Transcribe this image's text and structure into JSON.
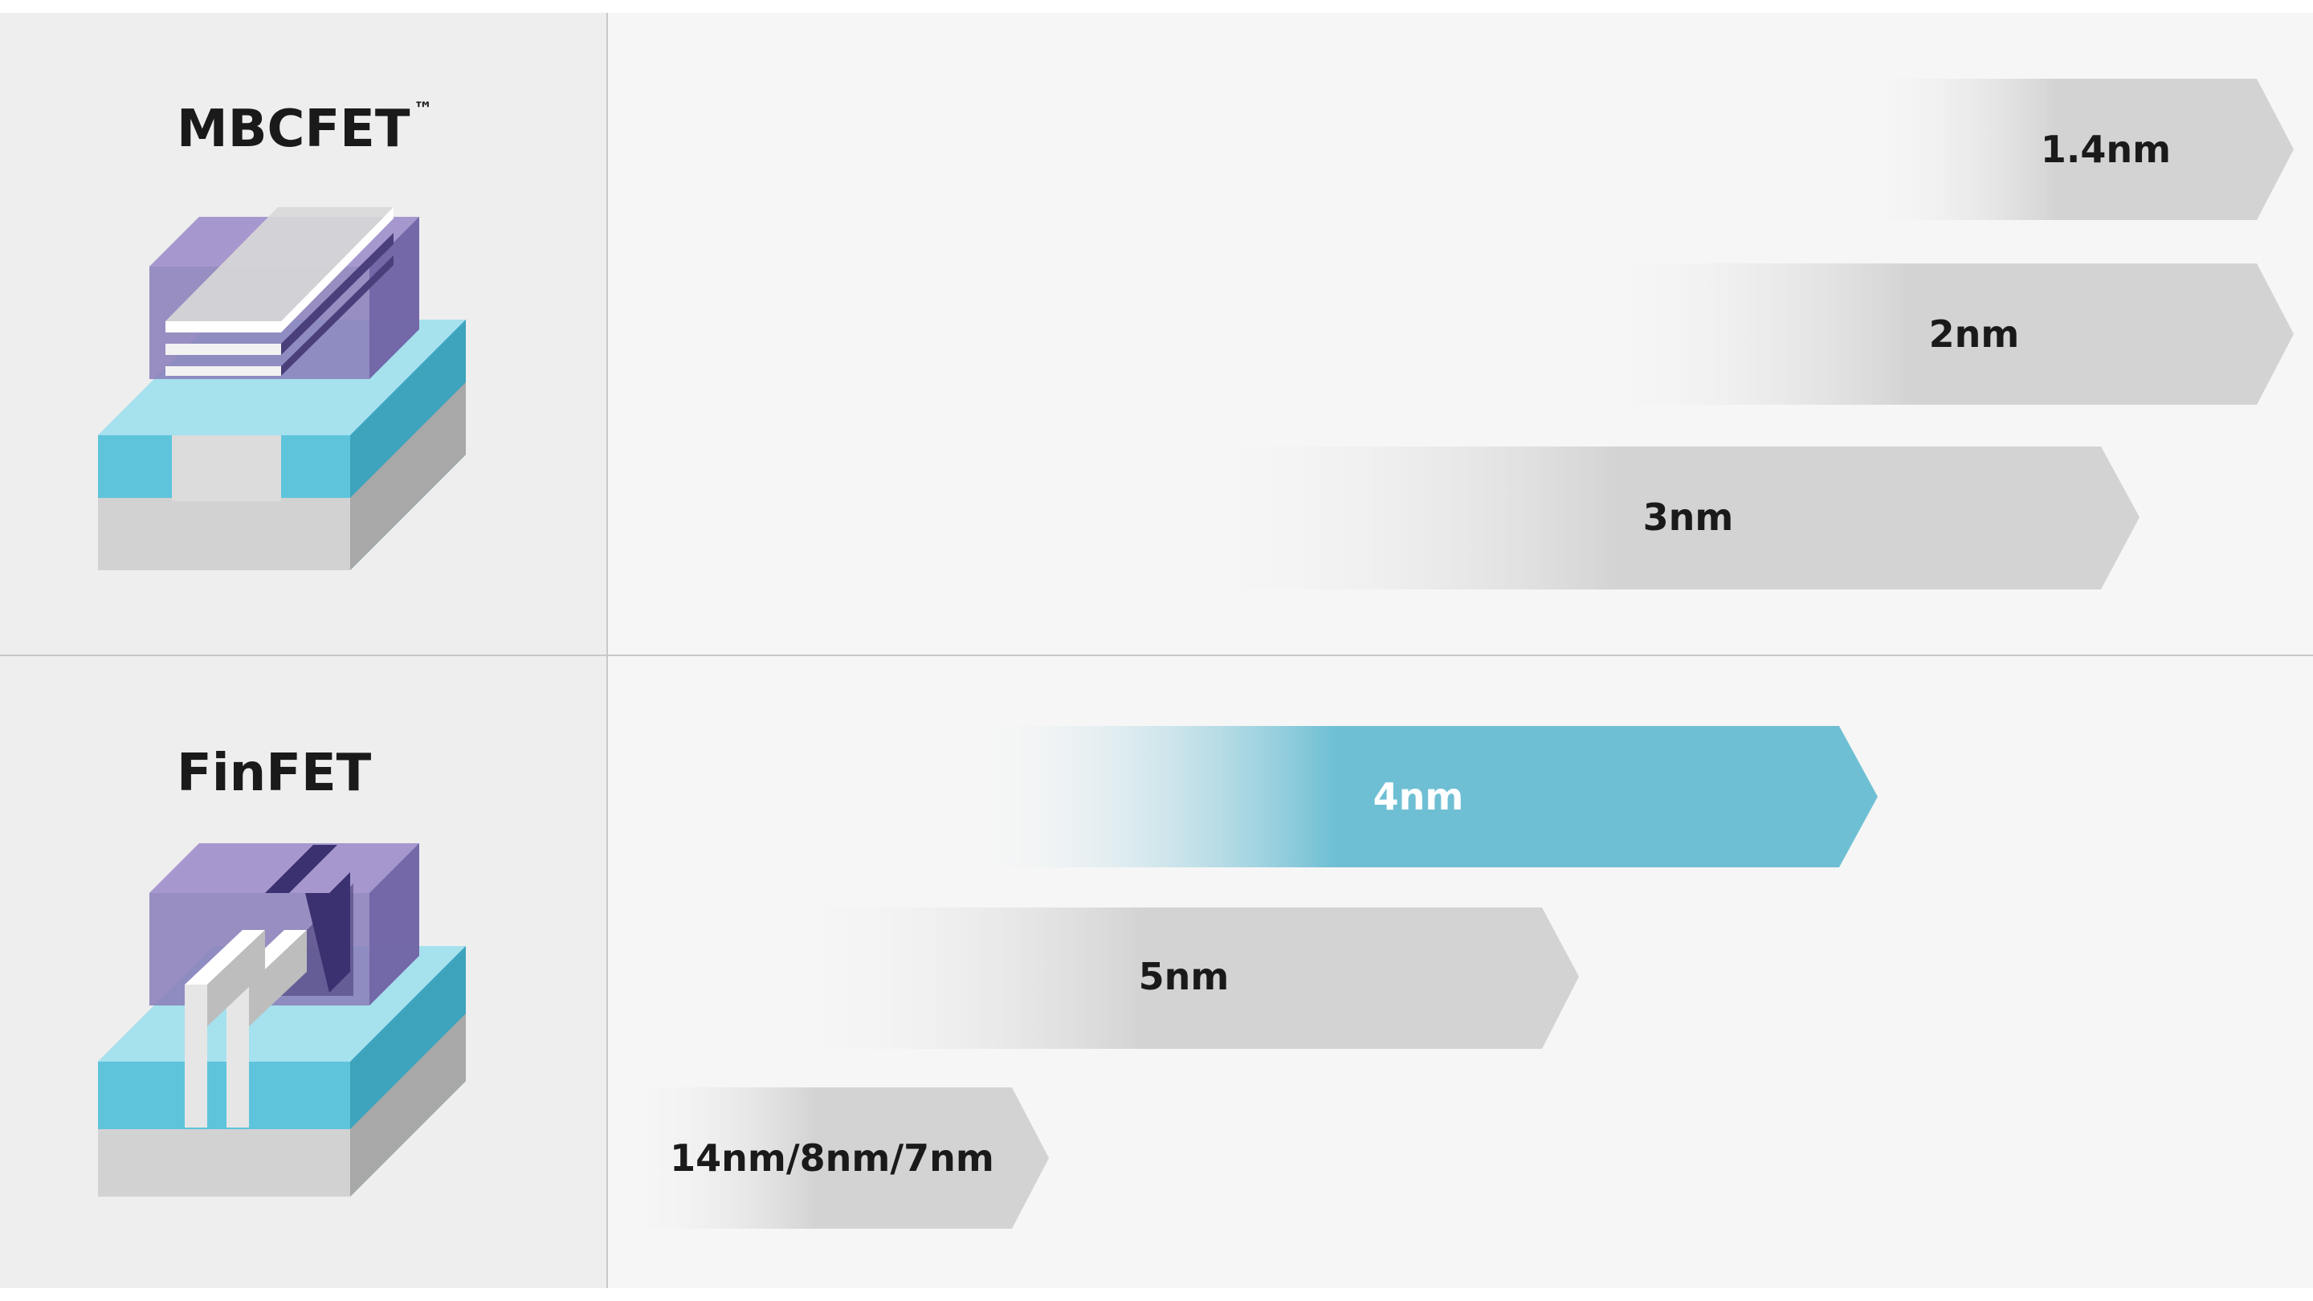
{
  "rows": [
    {
      "id": "mbcfet",
      "title": "MBCFET",
      "trademark": "™",
      "icon": "mbcfet-transistor-icon",
      "nodes": [
        {
          "label": "1.4nm",
          "style": "gray"
        },
        {
          "label": "2nm",
          "style": "gray"
        },
        {
          "label": "3nm",
          "style": "gray"
        }
      ]
    },
    {
      "id": "finfet",
      "title": "FinFET",
      "icon": "finfet-transistor-icon",
      "nodes": [
        {
          "label": "4nm",
          "style": "highlight"
        },
        {
          "label": "5nm",
          "style": "gray"
        },
        {
          "label": "14nm/8nm/7nm",
          "style": "gray"
        }
      ]
    }
  ],
  "colors": {
    "left_panel": "#eeeeee",
    "right_panel": "#f6f6f6",
    "divider": "#c8c8c8",
    "arrow_gray": "#d3d3d3",
    "arrow_highlight": "#6fbfd4",
    "text_dark": "#1a1a1a",
    "text_light": "#ffffff",
    "purple": "#8a7cb8",
    "cyan": "#5ec4dc",
    "gray_base": "#c8c8c8"
  }
}
